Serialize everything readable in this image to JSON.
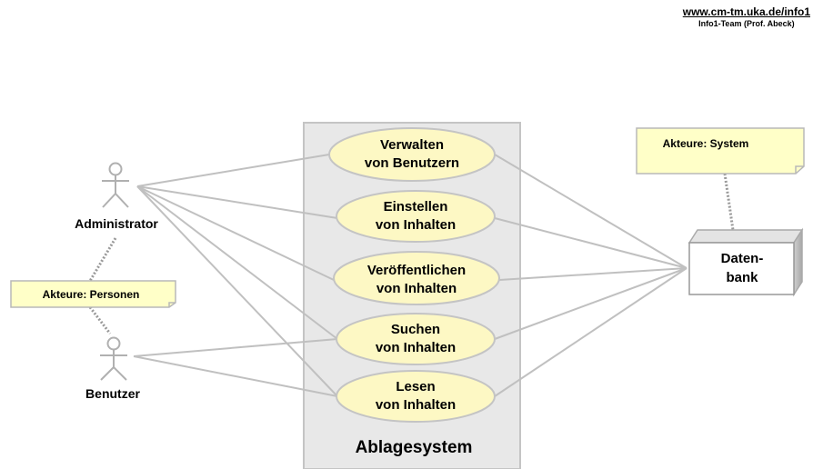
{
  "header": {
    "url": "www.cm-tm.uka.de/info1",
    "team": "Info1-Team (Prof. Abeck)"
  },
  "system": {
    "name": "Ablagesystem"
  },
  "actors": {
    "administrator": "Administrator",
    "benutzer": "Benutzer"
  },
  "use_cases": [
    {
      "line1": "Verwalten",
      "line2": "von Benutzern"
    },
    {
      "line1": "Einstellen",
      "line2": "von Inhalten"
    },
    {
      "line1": "Veröffentlichen",
      "line2": "von Inhalten"
    },
    {
      "line1": "Suchen",
      "line2": "von Inhalten"
    },
    {
      "line1": "Lesen",
      "line2": "von Inhalten"
    }
  ],
  "notes": {
    "personen": "Akteure: Personen",
    "system": "Akteure: System"
  },
  "datenbank": {
    "line1": "Daten-",
    "line2": "bank"
  },
  "colors": {
    "use_case_fill": "#fdf8c4",
    "note_fill": "#ffffc8",
    "system_fill": "#e8e8e8",
    "line": "#c0c0c0"
  }
}
